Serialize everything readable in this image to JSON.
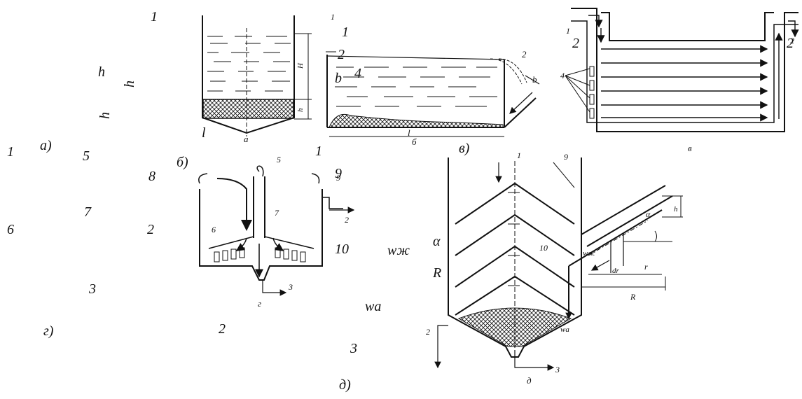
{
  "overlay_labels": {
    "l_1a": "1",
    "h1": "h",
    "h2": "h",
    "h3": "h",
    "a_cap": "а)",
    "n1_left": "1",
    "n5": "5",
    "n8": "8",
    "n7": "7",
    "n6": "6",
    "n2a": "2",
    "n3": "3",
    "g_cap": "г)",
    "n2b": "2",
    "l_letter": "l",
    "b_cap": "б)",
    "n1_top": "1",
    "n2_top": "2",
    "b_letter": "b",
    "n4": "4",
    "v_cap": "в)",
    "n1_mid": "1",
    "n9": "9",
    "n2_mid": "2",
    "n10": "10",
    "w_zh": "wж",
    "alpha": "α",
    "R": "R",
    "w_a": "wa",
    "n3b": "3",
    "d_cap": "д)",
    "n2_right": "2"
  },
  "diagram_labels": {
    "fig_a": "а",
    "fig_b": "б",
    "fig_v": "в",
    "fig_g": "г",
    "fig_d": "д",
    "H": "H",
    "h": "h",
    "l": "l",
    "b": "b",
    "one": "1",
    "two": "2",
    "three": "3",
    "four": "4",
    "five": "5",
    "six": "6",
    "seven": "7",
    "nine": "9",
    "ten": "10",
    "alpha": "α",
    "R": "R",
    "r": "r",
    "dr": "dr",
    "wzh": "wж",
    "wa": "wa"
  }
}
